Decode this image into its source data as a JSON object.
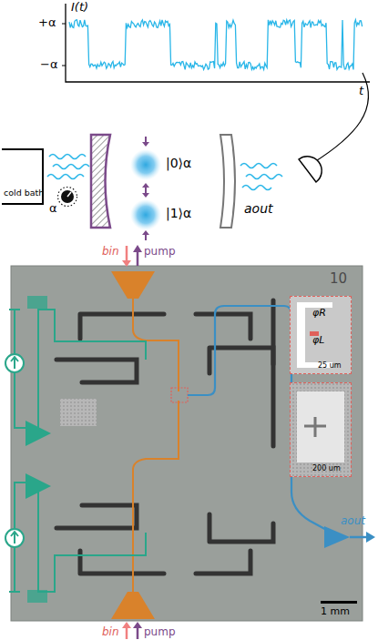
{
  "diagram": {
    "nodes": [
      {
        "text": [
          "cold bath"
        ]
      },
      {
        "text": [
          "10",
          "1 mm"
        ]
      },
      {
        "text": [
          "φR",
          "φL",
          "25 um"
        ],
        "in": 1
      },
      {
        "text": [
          "200 um"
        ],
        "in": 1
      }
    ],
    "labels": [
      "I(t)",
      "+α",
      "−α",
      "t",
      "α",
      "|0⟩α",
      "|1⟩α",
      "aout",
      "bin",
      "pump",
      "bin",
      "pump",
      "aout"
    ]
  }
}
